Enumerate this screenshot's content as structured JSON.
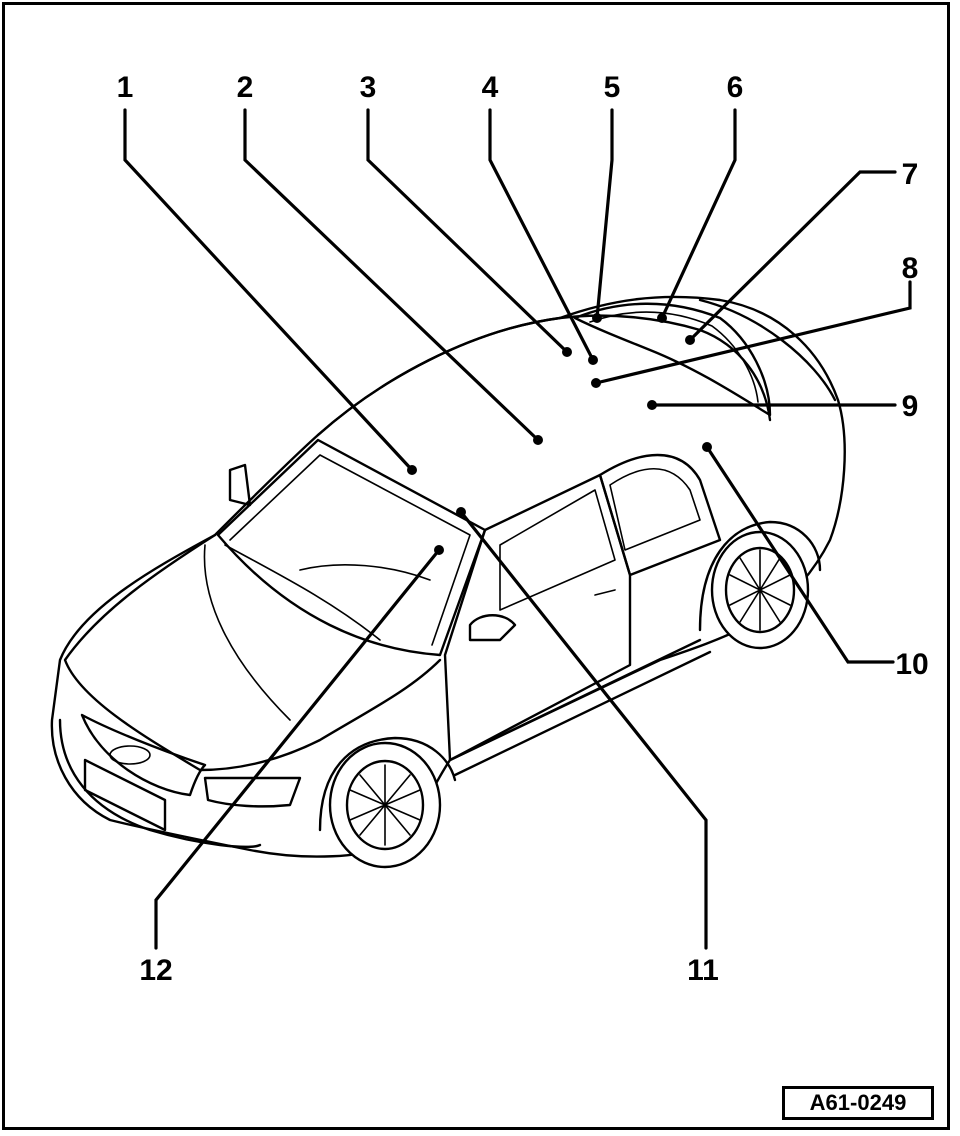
{
  "callouts": [
    {
      "id": "1",
      "label": "1"
    },
    {
      "id": "2",
      "label": "2"
    },
    {
      "id": "3",
      "label": "3"
    },
    {
      "id": "4",
      "label": "4"
    },
    {
      "id": "5",
      "label": "5"
    },
    {
      "id": "6",
      "label": "6"
    },
    {
      "id": "7",
      "label": "7"
    },
    {
      "id": "8",
      "label": "8"
    },
    {
      "id": "9",
      "label": "9"
    },
    {
      "id": "10",
      "label": "10"
    },
    {
      "id": "11",
      "label": "11"
    },
    {
      "id": "12",
      "label": "12"
    }
  ],
  "reference_code": "A61-0249"
}
